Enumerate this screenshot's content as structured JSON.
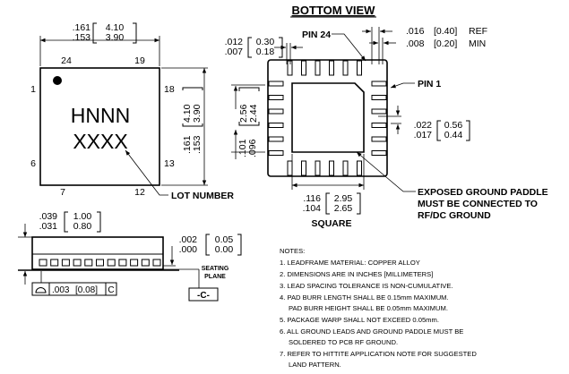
{
  "view_title": "BOTTOM VIEW",
  "top_view": {
    "marking_line1": "HNNN",
    "marking_line2": "XXXX",
    "pin_24": "24",
    "pin_19": "19",
    "pin_1": "1",
    "pin_18": "18",
    "pin_6": "6",
    "pin_13": "13",
    "pin_7": "7",
    "pin_12": "12",
    "lot_number_label": "LOT NUMBER",
    "width_in_max": ".161",
    "width_in_min": ".153",
    "width_mm_max": "4.10",
    "width_mm_min": "3.90",
    "height_in_max": ".161",
    "height_in_min": ".153",
    "height_mm_max": "4.10",
    "height_mm_min": "3.90"
  },
  "bottom_view": {
    "pin24_label": "PIN 24",
    "pin1_label": "PIN 1",
    "lead_width_in_max": ".012",
    "lead_width_in_min": ".007",
    "lead_width_mm_max": "0.30",
    "lead_width_mm_min": "0.18",
    "ref_in": ".016",
    "ref_mm": "[0.40]",
    "ref_suffix": "REF",
    "min_in": ".008",
    "min_mm": "[0.20]",
    "min_suffix": "MIN",
    "paddle_mm_max": "2.56",
    "paddle_mm_min": "2.44",
    "paddle_in_max": ".101",
    "paddle_in_min": ".096",
    "lead_len_in_max": ".022",
    "lead_len_in_min": ".017",
    "lead_len_mm_max": "0.56",
    "lead_len_mm_min": "0.44",
    "square_in_max": ".116",
    "square_in_min": ".104",
    "square_mm_max": "2.95",
    "square_mm_min": "2.65",
    "square_label": "SQUARE",
    "paddle_note_1": "EXPOSED GROUND PADDLE",
    "paddle_note_2": "MUST BE CONNECTED TO",
    "paddle_note_3": "RF/DC GROUND"
  },
  "side_view": {
    "height_in_max": ".039",
    "height_in_min": ".031",
    "height_mm_max": "1.00",
    "height_mm_min": "0.80",
    "standoff_in_max": ".002",
    "standoff_in_min": ".000",
    "standoff_mm_max": "0.05",
    "standoff_mm_min": "0.00",
    "seating_1": "SEATING",
    "seating_2": "PLANE",
    "datum": "-C-",
    "tol_in": ".003",
    "tol_mm": "[0.08]",
    "tol_datum": "C"
  },
  "notes": {
    "title": "NOTES:",
    "n1": "1.  LEADFRAME MATERIAL: COPPER ALLOY",
    "n2": "2.  DIMENSIONS ARE IN INCHES [MILLIMETERS]",
    "n3": "3.  LEAD SPACING TOLERANCE IS NON-CUMULATIVE.",
    "n4a": "4.  PAD BURR LENGTH SHALL BE 0.15mm MAXIMUM.",
    "n4b": "PAD BURR HEIGHT SHALL BE 0.05mm MAXIMUM.",
    "n5": "5.  PACKAGE WARP SHALL NOT EXCEED 0.05mm.",
    "n6a": "6.  ALL GROUND LEADS AND GROUND PADDLE MUST BE",
    "n6b": "SOLDERED TO PCB RF GROUND.",
    "n7a": "7.  REFER TO HITTITE APPLICATION NOTE FOR SUGGESTED",
    "n7b": "LAND PATTERN."
  }
}
